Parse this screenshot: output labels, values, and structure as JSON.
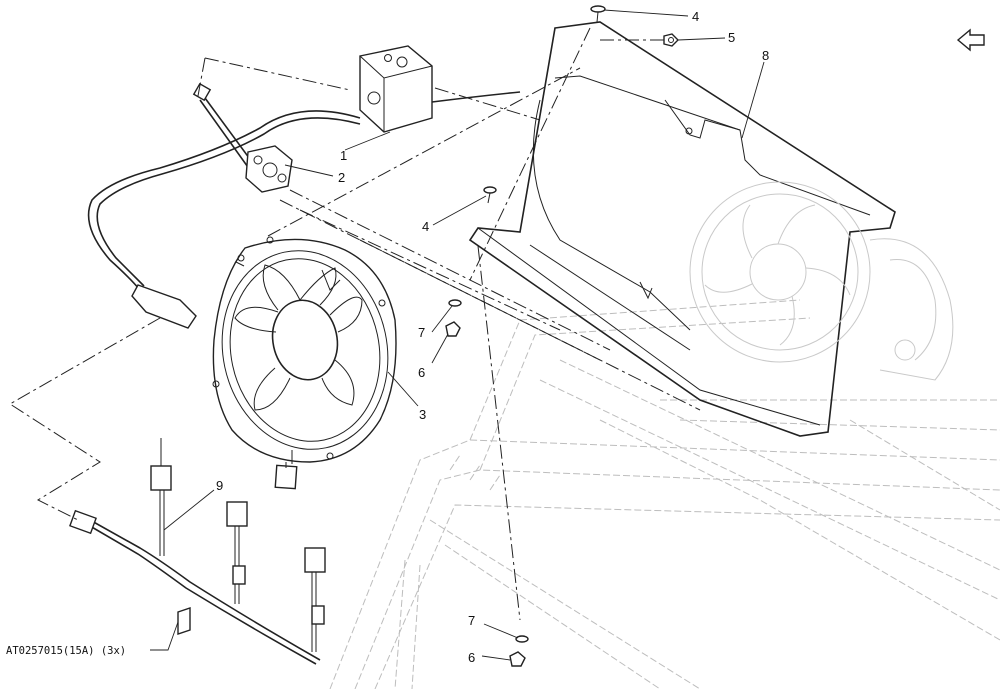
{
  "figure_reference": "AT0257015(15A)  (3x)",
  "callouts": {
    "c1": "1",
    "c2": "2",
    "c3": "3",
    "c4a": "4",
    "c4b": "4",
    "c5": "5",
    "c6a": "6",
    "c6b": "6",
    "c7a": "7",
    "c7b": "7",
    "c8": "8",
    "c9": "9"
  },
  "icons": {
    "corner": "forward-arrow-icon"
  }
}
